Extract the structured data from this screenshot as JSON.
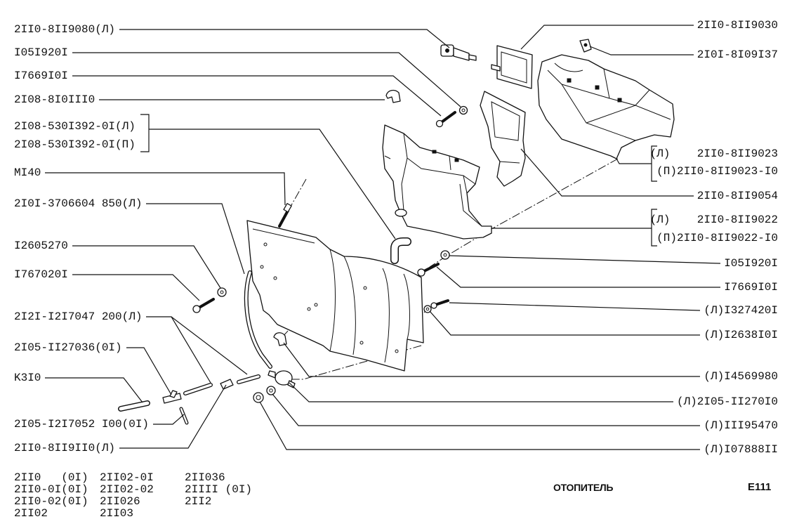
{
  "diagram": {
    "title": "ОТОПИТЕЛЬ",
    "page_code": "E111"
  },
  "callouts_left": [
    "2II0-8II9080(Л)",
    "I05I920I",
    "I7669I0I",
    "2I08-8I0III0",
    "2I08-530I392-0I(Л)",
    "2I08-530I392-0I(П)",
    "MI40",
    "2I0I-3706604 850(Л)",
    "I2605270",
    "I767020I",
    "2I2I-I2I7047 200(Л)",
    "2I05-II27036(0I)",
    "K3I0",
    "2I05-I2I7052 I00(0I)",
    "2II0-8II9II0(Л)"
  ],
  "callouts_right": [
    "2II0-8II9030",
    "2I0I-8I09I37",
    "(Л)    2II0-8II9023",
    "(П)2II0-8II9023-I0",
    "2II0-8II9054",
    "(Л)    2II0-8II9022",
    "(П)2II0-8II9022-I0",
    "I05I920I",
    "I7669I0I",
    "(Л)I327420I",
    "(Л)I2638I0I",
    "(Л)I4569980",
    "(Л)2I05-II270I0",
    "(Л)III95470",
    "(Л)I07888II"
  ],
  "models": [
    [
      "2II0   (0I)",
      "2II0-0I(0I)",
      "2II0-02(0I)",
      "2II02"
    ],
    [
      "2II02-0I",
      "2II02-02",
      "2II026",
      "2II03"
    ],
    [
      "2II036",
      "2IIII (0I)",
      "2II2"
    ]
  ]
}
